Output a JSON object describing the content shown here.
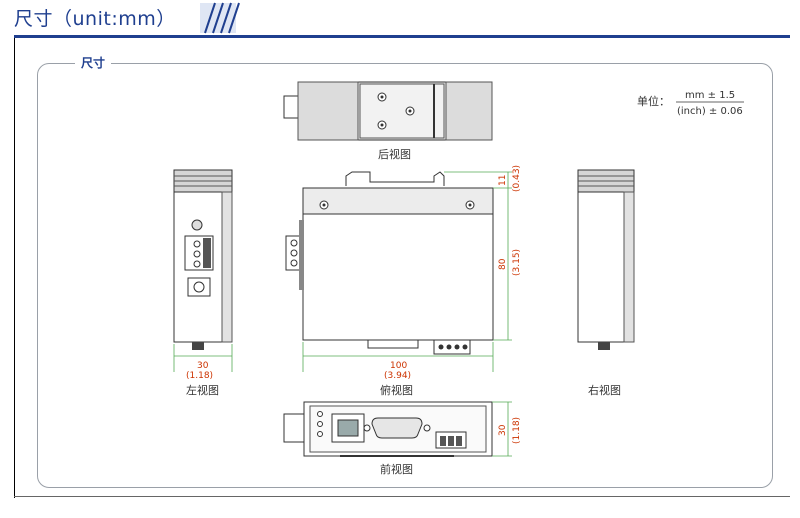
{
  "header": {
    "title": "尺寸（unit:mm）"
  },
  "panel": {
    "title": "尺寸"
  },
  "unit_legend": {
    "label": "单位：",
    "mm": "mm ± 1.5",
    "inch": "(inch) ± 0.06"
  },
  "views": {
    "rear": "后视图",
    "left": "左视图",
    "top": "俯视图",
    "right": "右视图",
    "front": "前视图"
  },
  "dimensions": {
    "left_width_mm": "30",
    "left_width_in": "(1.18)",
    "top_width_mm": "100",
    "top_width_in": "(3.94)",
    "top_height_mm": "80",
    "top_height_in": "(3.15)",
    "rail_mm": "11",
    "rail_in": "(0.43)",
    "front_height_mm": "30",
    "front_height_in": "(1.18)"
  },
  "colors": {
    "accent": "#1f3f8f",
    "dimension": "#cc3300",
    "guide": "#55aa55"
  }
}
